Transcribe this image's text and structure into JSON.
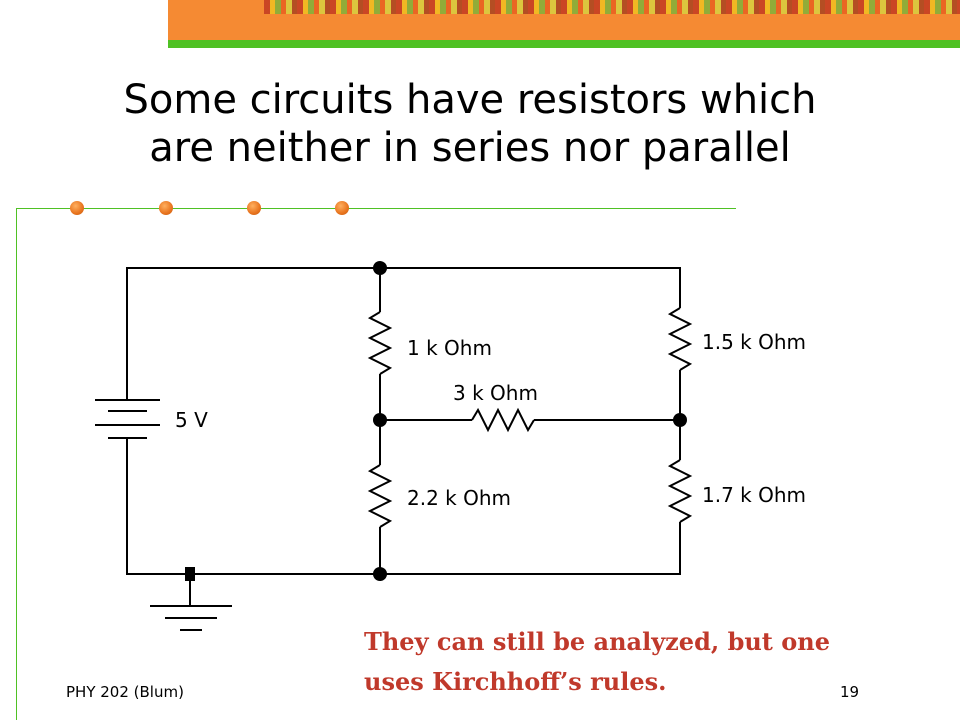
{
  "slide": {
    "title_line1": "Some circuits have resistors which",
    "title_line2": "are neither in series nor parallel",
    "note": "They can still be analyzed, but one uses Kirchhoff’s rules.",
    "footer_left": "PHY 202 (Blum)",
    "page_number": "19"
  },
  "circuit": {
    "source_label": "5 V",
    "r1": "1 k Ohm",
    "r2": "1.5 k Ohm",
    "r3": "3 k Ohm",
    "r4": "2.2 k Ohm",
    "r5": "1.7 k Ohm"
  },
  "colors": {
    "banner_orange": "#f58a33",
    "accent_green": "#4fc124",
    "note_red": "#c0392b",
    "bullet_orange": "#e8741e"
  }
}
